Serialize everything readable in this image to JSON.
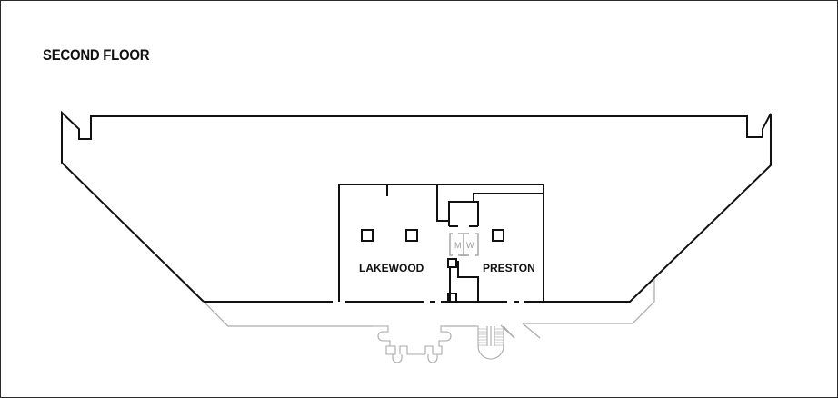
{
  "floor": {
    "title": "SECOND FLOOR"
  },
  "rooms": [
    {
      "name": "LAKEWOOD"
    },
    {
      "name": "PRESTON"
    }
  ],
  "restrooms": {
    "men": "M",
    "women": "W"
  },
  "colors": {
    "walls": "#111111",
    "exterior": "#aaaaaa",
    "frame": "#2a2a2a"
  }
}
